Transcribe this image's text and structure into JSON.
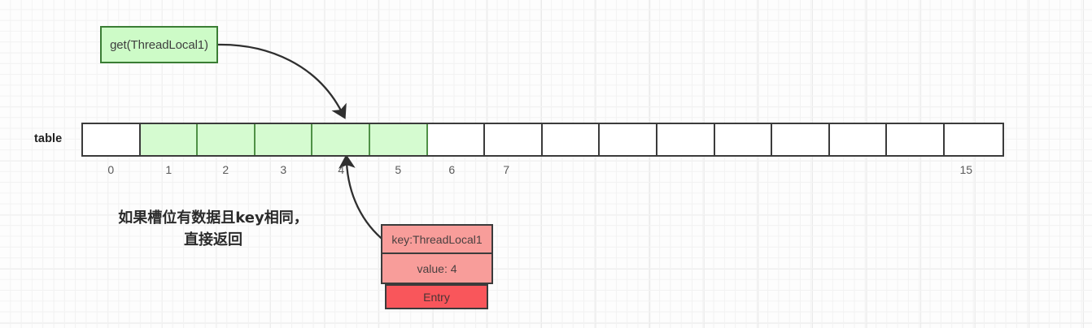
{
  "diagram": {
    "title_box": {
      "label": "get(ThreadLocal1)"
    },
    "table": {
      "label": "table",
      "cell_count": 16,
      "highlighted_indexes": [
        1,
        2,
        3,
        4,
        5
      ],
      "index_labels": [
        "0",
        "1",
        "2",
        "3",
        "4",
        "5",
        "6",
        "7",
        "15"
      ],
      "visible_index_positions": [
        0,
        1,
        2,
        3,
        4,
        5,
        6,
        7,
        15
      ],
      "colors": {
        "cell_fill": "#ffffff",
        "cell_highlight": "#d5fbd0",
        "cell_border": "#3b3b3b",
        "highlight_border": "#4f9146"
      }
    },
    "annotation": {
      "line1": "如果槽位有数据且key相同，",
      "line2": "直接返回"
    },
    "entry": {
      "key_label": "key:ThreadLocal1",
      "value_label": "value: 4",
      "footer_label": "Entry",
      "colors": {
        "row_fill": "#f89d9a",
        "footer_fill": "#f9565b",
        "border": "#3b3b3b"
      }
    },
    "arrows": {
      "from_get_to_slot4": "curved-arrow-down",
      "from_entry_to_slot4": "curved-arrow-up"
    },
    "colors": {
      "green_box_fill": "#cdfbc7",
      "green_box_border": "#3a7d34",
      "background": "#fdfdfd",
      "grid_line": "#e8e8e8"
    }
  }
}
